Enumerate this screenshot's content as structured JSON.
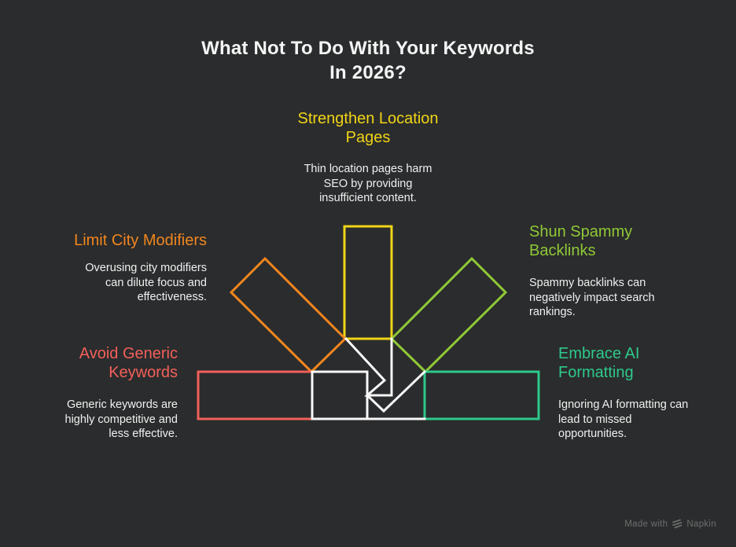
{
  "title": {
    "text": "What Not To Do With Your Keywords\nIn 2026?"
  },
  "sections": [
    {
      "id": "strengthen-location-pages",
      "heading": "Strengthen Location\nPages",
      "description": "Thin location pages harm\nSEO by providing\ninsufficient content.",
      "color": "#F0D517"
    },
    {
      "id": "limit-city-modifiers",
      "heading": "Limit City Modifiers",
      "description": "Overusing city modifiers\ncan dilute focus and\neffectiveness.",
      "color": "#F0861F"
    },
    {
      "id": "shun-spammy-backlinks",
      "heading": "Shun Spammy\nBacklinks",
      "description": "Spammy backlinks can\nnegatively impact search\nrankings.",
      "color": "#8FC937"
    },
    {
      "id": "avoid-generic-keywords",
      "heading": "Avoid Generic\nKeywords",
      "description": "Generic keywords are\nhighly competitive and\nless effective.",
      "color": "#F2605A"
    },
    {
      "id": "embrace-ai-formatting",
      "heading": "Embrace AI\nFormatting",
      "description": "Ignoring AI formatting can\nlead to missed\nopportunities.",
      "color": "#2EC98B"
    }
  ],
  "colors": {
    "background": "#2B2C2D",
    "title_text": "#F5F5F5",
    "body_text": "#F0F0F0",
    "white_line": "#F8F8F8",
    "watermark": "#6E6E6E"
  },
  "watermark": {
    "made_with": "Made with",
    "brand": "Napkin",
    "icon": "napkin-logo-icon"
  }
}
